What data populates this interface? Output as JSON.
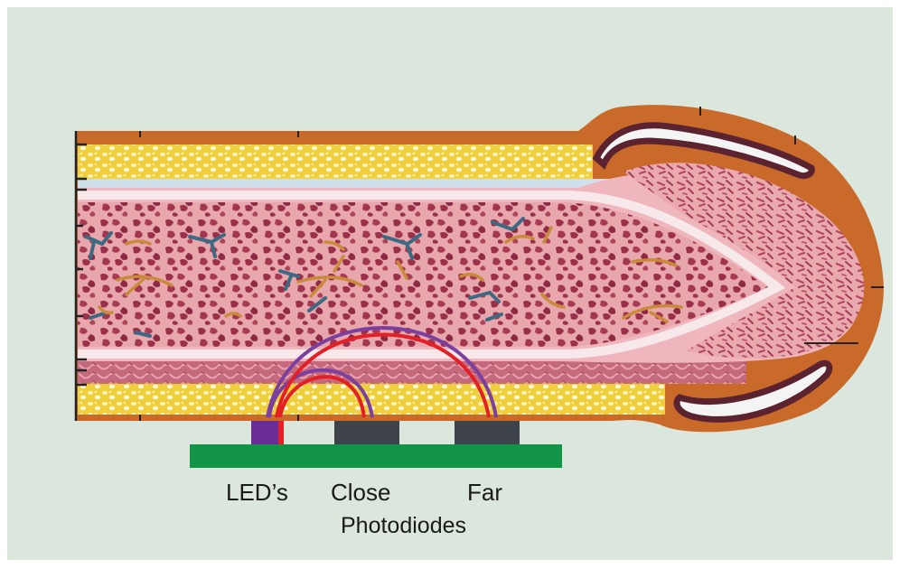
{
  "labels": {
    "led": "LED’s",
    "close": "Close",
    "far": "Far",
    "photodiodes": "Photodiodes"
  },
  "colors": {
    "background": "#dbe6dc",
    "nail_plate": "#c96a2a",
    "fat_layer": "#f2d44a",
    "bone_tissue": "#e9a3a9",
    "marrow": "#a4364f",
    "board": "#119447",
    "led": "#6a2d98",
    "led_red": "#e32026",
    "photodiode": "#3d424b",
    "path_purple": "#7b3fa0",
    "path_red": "#e32026"
  },
  "icons": [
    "finger-cross-section-illustration",
    "led-emitter",
    "photodiode-sensor",
    "light-path-arc"
  ]
}
